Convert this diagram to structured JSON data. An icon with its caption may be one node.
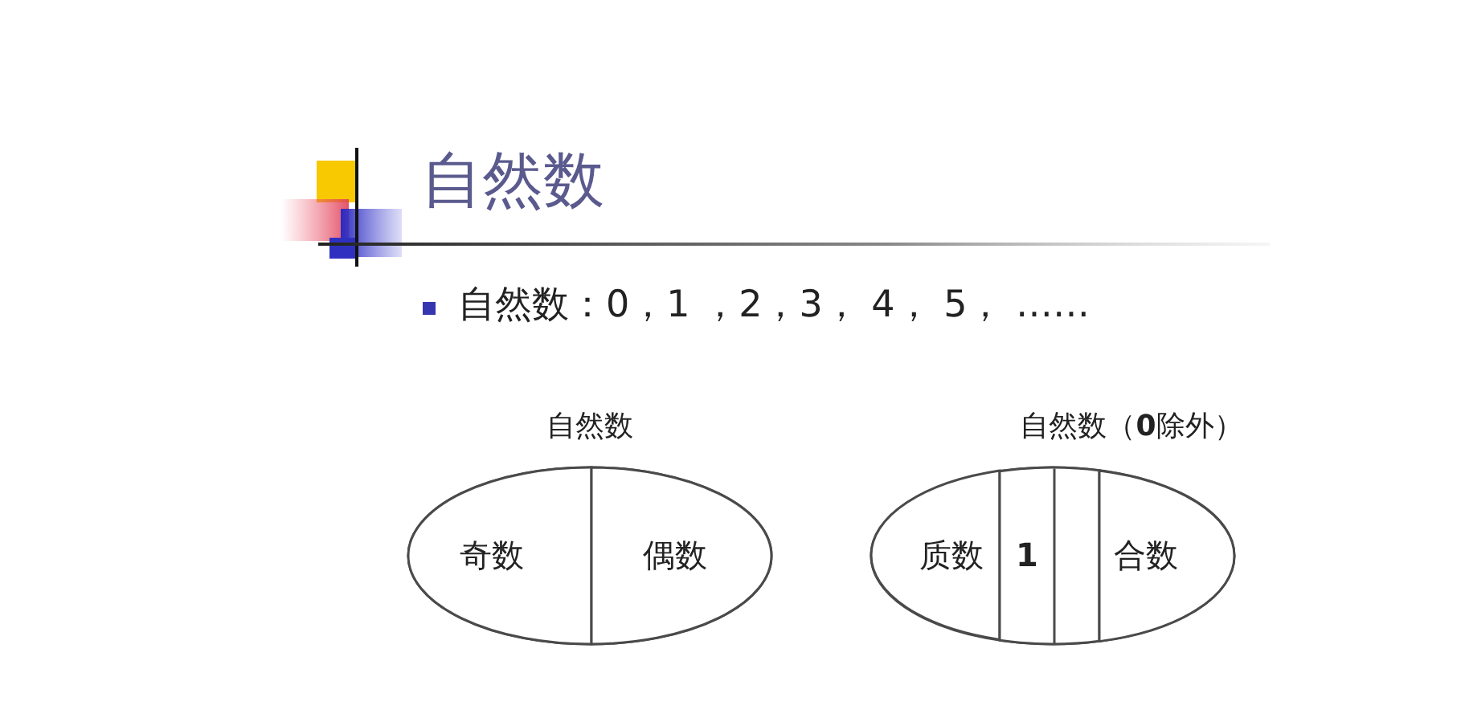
{
  "diagram": {
    "title": "自然数",
    "nodes": [
      {
        "text": [
          "自然数"
        ]
      },
      {
        "text": [
          "奇数"
        ],
        "in": 0
      },
      {
        "text": [
          "偶数"
        ],
        "in": 0
      },
      {
        "text": [
          "自然数（**0**除外）"
        ]
      },
      {
        "text": [
          "质数"
        ],
        "in": 3
      },
      {
        "text": [
          "1"
        ],
        "in": 3
      },
      {
        "text": [
          "合数"
        ],
        "in": 3
      }
    ],
    "labels": [
      "自然数：0，1 ，2，3， 4， 5， ……"
    ]
  }
}
